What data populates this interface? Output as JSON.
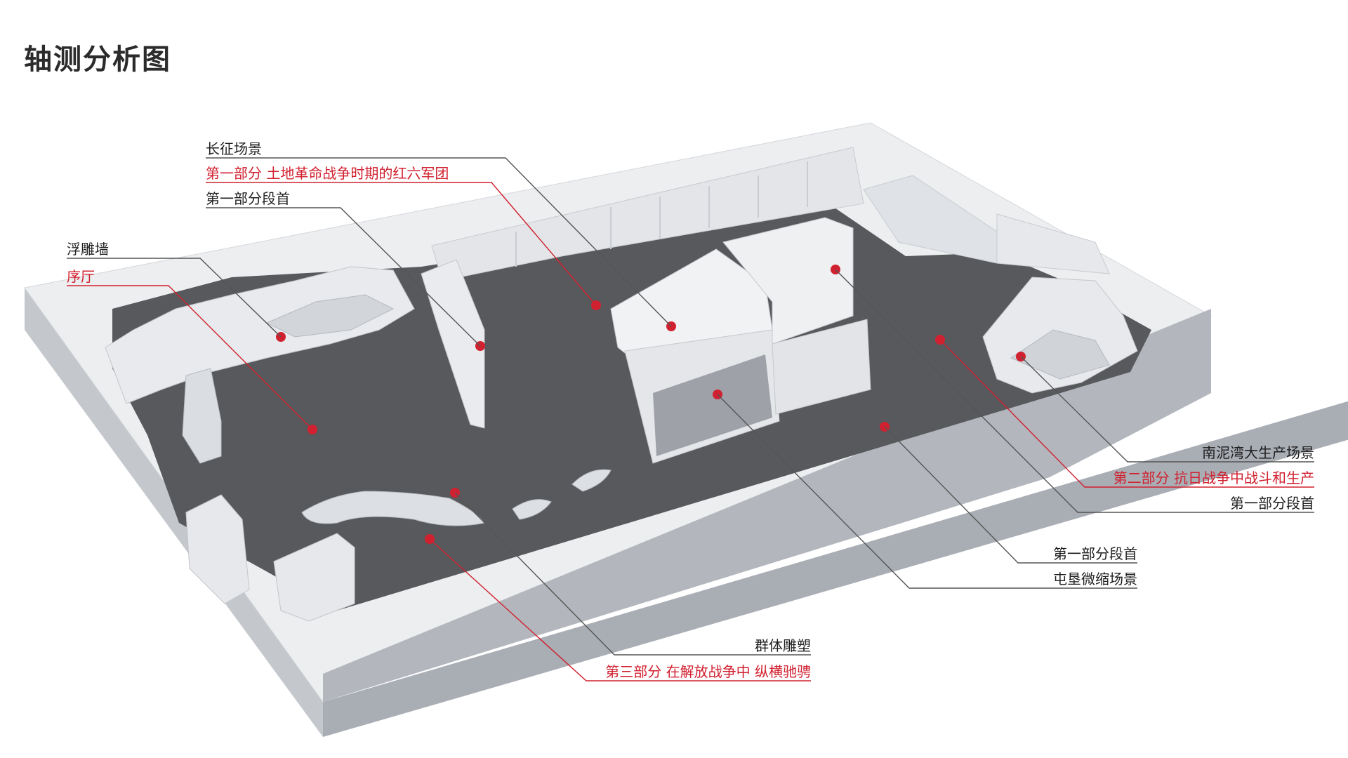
{
  "title": "轴测分析图",
  "colors": {
    "accent": "#d1202f",
    "leader_line": "#555555",
    "floor": "#58595c",
    "wall": "#eceef0"
  },
  "labels": {
    "changzheng_scene": "长征场景",
    "part1_title": "第一部分 土地革命战争时期的红六军团",
    "part1_head_top": "第一部分段首",
    "relief_wall": "浮雕墙",
    "prelude_hall": "序厅",
    "nanniwan_scene": "南泥湾大生产场景",
    "part2_title": "第二部分 抗日战争中战斗和生产",
    "part1_head_right": "第一部分段首",
    "part1_head_lower": "第一部分段首",
    "tunken_miniature": "屯垦微缩场景",
    "group_sculpture": "群体雕塑",
    "part3_title": "第三部分 在解放战争中 纵横驰骋"
  }
}
